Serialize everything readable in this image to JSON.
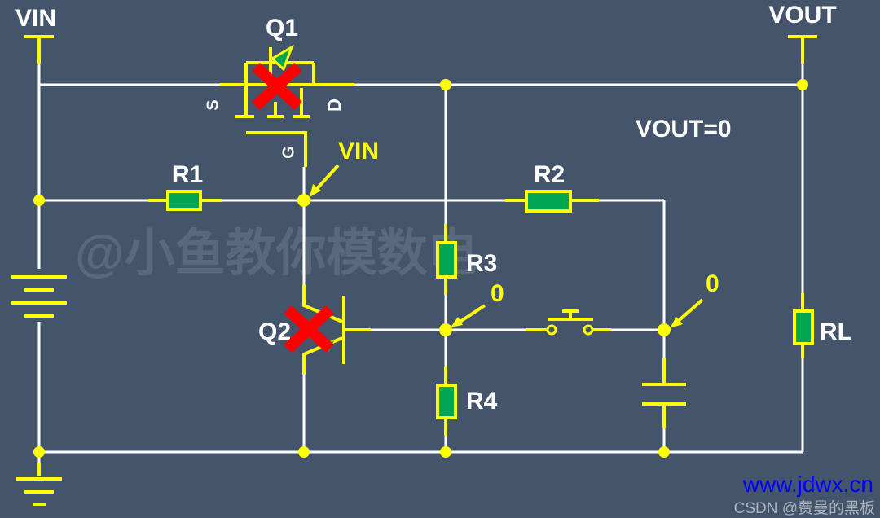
{
  "labels": {
    "vin_terminal": "VIN",
    "vout_terminal": "VOUT",
    "q1": "Q1",
    "q2": "Q2",
    "r1": "R1",
    "r2": "R2",
    "r3": "R3",
    "r4": "R4",
    "rl": "RL",
    "source": "S",
    "drain": "D",
    "gate": "G",
    "gate_node": "VIN",
    "base_node": "0",
    "cap_node": "0",
    "vout_state": "VOUT=0"
  },
  "watermarks": {
    "diagonal": "@小鱼教你模数电",
    "csdn": "CSDN @费曼的黑板",
    "site": "www.jdwx.cn"
  },
  "colors": {
    "background": "#44546a",
    "wire": "#ffffff",
    "component": "#ffff00",
    "resistor_fill": "#00a651",
    "disabled_mark": "#ff0000",
    "site_watermark": "#0000ff"
  }
}
